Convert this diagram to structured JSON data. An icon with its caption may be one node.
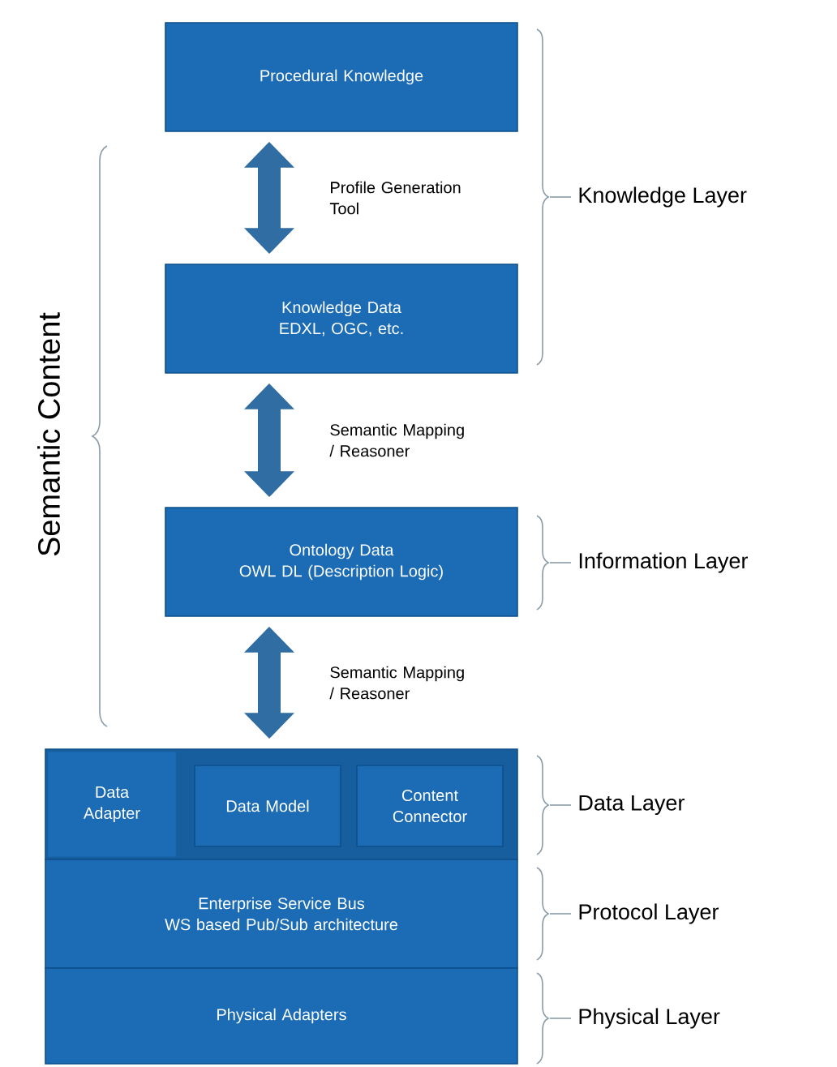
{
  "diagram": {
    "nodes": [
      {
        "text": [
          "Procedural Knowledge"
        ]
      },
      {
        "text": [
          "Knowledge Data",
          "EDXL, OGC, etc."
        ]
      },
      {
        "text": [
          "Ontology Data",
          "OWL DL (Description Logic)"
        ]
      },
      {
        "text": [],
        "shape": "box"
      },
      {
        "text": [
          "Data Adapter"
        ],
        "in": 3
      },
      {
        "text": [
          "Data Model"
        ],
        "in": 3
      },
      {
        "text": [
          "Content Connector"
        ],
        "in": 3
      },
      {
        "text": [
          "Enterprise Service Bus",
          "WS based Pub/Sub architecture"
        ]
      },
      {
        "text": [
          "Physical Adapters"
        ]
      }
    ],
    "edges": [
      {
        "from": 0,
        "to": 1,
        "arrow": "both",
        "label": "Profile Generation Tool"
      },
      {
        "from": 1,
        "to": 2,
        "arrow": "both",
        "label": "Semantic Mapping / Reasoner"
      },
      {
        "from": 2,
        "to": 3,
        "arrow": "both",
        "label": "Semantic Mapping / Reasoner"
      }
    ],
    "labels": [
      "Semantic Content",
      "Knowledge Layer",
      "Information Layer",
      "Data Layer",
      "Protocol Layer",
      "Physical Layer"
    ]
  }
}
